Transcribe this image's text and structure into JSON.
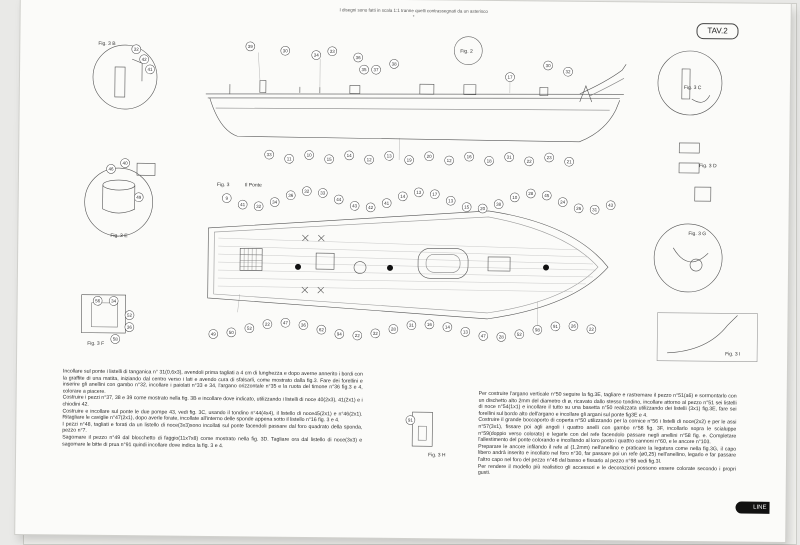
{
  "header": {
    "note": "I disegni sono fatti in scala 1:1 tranne quelli contrassegnati da un asterisco *",
    "plate": "TAV.2"
  },
  "figure_labels": {
    "fig_3b": "Fig. 3 B",
    "fig_2": "Fig. 2",
    "fig_3c": "Fig. 3 C",
    "fig_3": "Fig. 3",
    "ponte": "Il Ponte",
    "fig_3e": "Fig. 3 E",
    "fig_3d": "Fig. 3 D",
    "fig_3g": "Fig. 3 G",
    "fig_3f": "Fig. 3 F",
    "fig_3h": "Fig. 3 H",
    "fig_3i": "Fig. 3 I"
  },
  "callouts": {
    "profile": [
      "39",
      "30",
      "34",
      "33",
      "36",
      "35",
      "37",
      "38",
      "17",
      "30",
      "32",
      "33",
      "11",
      "10",
      "15",
      "14",
      "12",
      "13",
      "19",
      "20",
      "12",
      "16",
      "18",
      "31",
      "22",
      "23",
      "21"
    ],
    "deck_top": [
      "9",
      "41",
      "32",
      "34",
      "36",
      "32",
      "33",
      "44",
      "43",
      "42",
      "41",
      "14",
      "13",
      "17",
      "13",
      "15",
      "20",
      "38",
      "10",
      "28",
      "45",
      "24",
      "26",
      "31",
      "43"
    ],
    "deck_bottom": [
      "49",
      "50",
      "52",
      "22",
      "47",
      "36",
      "62",
      "94",
      "22",
      "32",
      "28",
      "31",
      "16",
      "14",
      "13",
      "47",
      "28",
      "52",
      "98",
      "91",
      "26",
      "22"
    ],
    "inset_left": [
      "32",
      "42",
      "41",
      "46",
      "40",
      "49"
    ],
    "inset_3f": [
      "56",
      "34",
      "52",
      "36",
      "58"
    ],
    "inset_3h": [
      "91"
    ]
  },
  "instructions": {
    "left": [
      "Incollare sul ponte i listelli di tanganica n° 31(0,6x3), avendoli prima tagliati a 4 cm di lunghezza e dopo averne annerito i bordi con la graffite di una matita, iniziando dal centro verso i lati e avendo cura di sfalsarli, come mostrato dalla fig.3. Fare dei forellini e inserire gli anellini con gambo n°32, incollare i paiolati n°33 e 34, l'argano orizzontale n°35 e la ruota del timone n°36 fig.3 e 4, colorare a piacere.",
      "Costruire i pezzi n°37, 38 e 39 come mostrato nella fig. 3B e incollare dove indicato, utilizzando i listelli di noce 40(2x3), 41(2x1) e i chiodini 42.",
      "Costruire e incollare sul ponte le due pompe 43, vedi fig. 3C, usando il tondino n°44(4x4), il listello di noce45(2x1) e n°46(2x1). Ritagliare le caviglie n°47(2x1), dopo averle forate, incollate all'interno delle sponde appena sotto il listello n°16 fig. 3 e 4.",
      "I pezzi n°48, tagliati e forati da un listello di noce(3x3)sono incollati sul ponte facendoli passare dal foro quadrato della sponda, pezzo n°7.",
      "Sagomare il pezzo n°49 dal blocchetto di faggio(11x7x8) come mostrato nella fig. 3D. Tagliare ora dal listello di noce(3x3) e sagomare le bitte di prua n°91 quindi incollare dove indica la fig. 3 e 4."
    ],
    "right": [
      "Per costruire l'argano verticale n°50 seguire la fig.3E, tagliare e rastremare il pezzo n°51(a6) e sormontarlo con un dischetto alto 2mm del diametro di ø, ricavato dallo stesso tondino, incollare attorno al pezzo n°51 sei listelli di noce n°54(1x1) e incollare il tutto su una basetta n°50 realizzata utilizzando dei listelli (3x1) fig.3E, fare sei forellini sul bordo alto dell'argano e incollare gli argani sul ponte fig3E e 4.",
      "Costruire il grande boccaporto di coperta n°50 utilizzando per la cornice n°56 i listelli di noce(2x2) e per le assi n°57(3x1), fissare poi agli angoli i quattro anelli con gambo n°58 fig. 3F, incollarlo sopra le scialuppe n°59(doppio verso colorato) e legarle con del refe facendolo passare negli anellini n°58 fig. e. Completare l'allestimento del ponte colorando e incollando al loro posto i quattro cannoni n°60, e le ancore n°103.",
      "Preparare le ancore infilando il refe al (1,2mm) nell'anellino e praticare la legatura come nella fig.3G, il capo libero andrà inserito e incollato nel foro n°30, far passare poi un refe (ø0,25) nell'anellino, legarlo e far passare l'altro capo nel foro del pezzo n°48 dal basso e fissarlo al pezzo n°98 vedi fig.3I.",
      "Per rendere il modello più realistico gli accessori e le decorazioni possono essere colorate secondo i propri gusti."
    ]
  },
  "logo": "LINE"
}
